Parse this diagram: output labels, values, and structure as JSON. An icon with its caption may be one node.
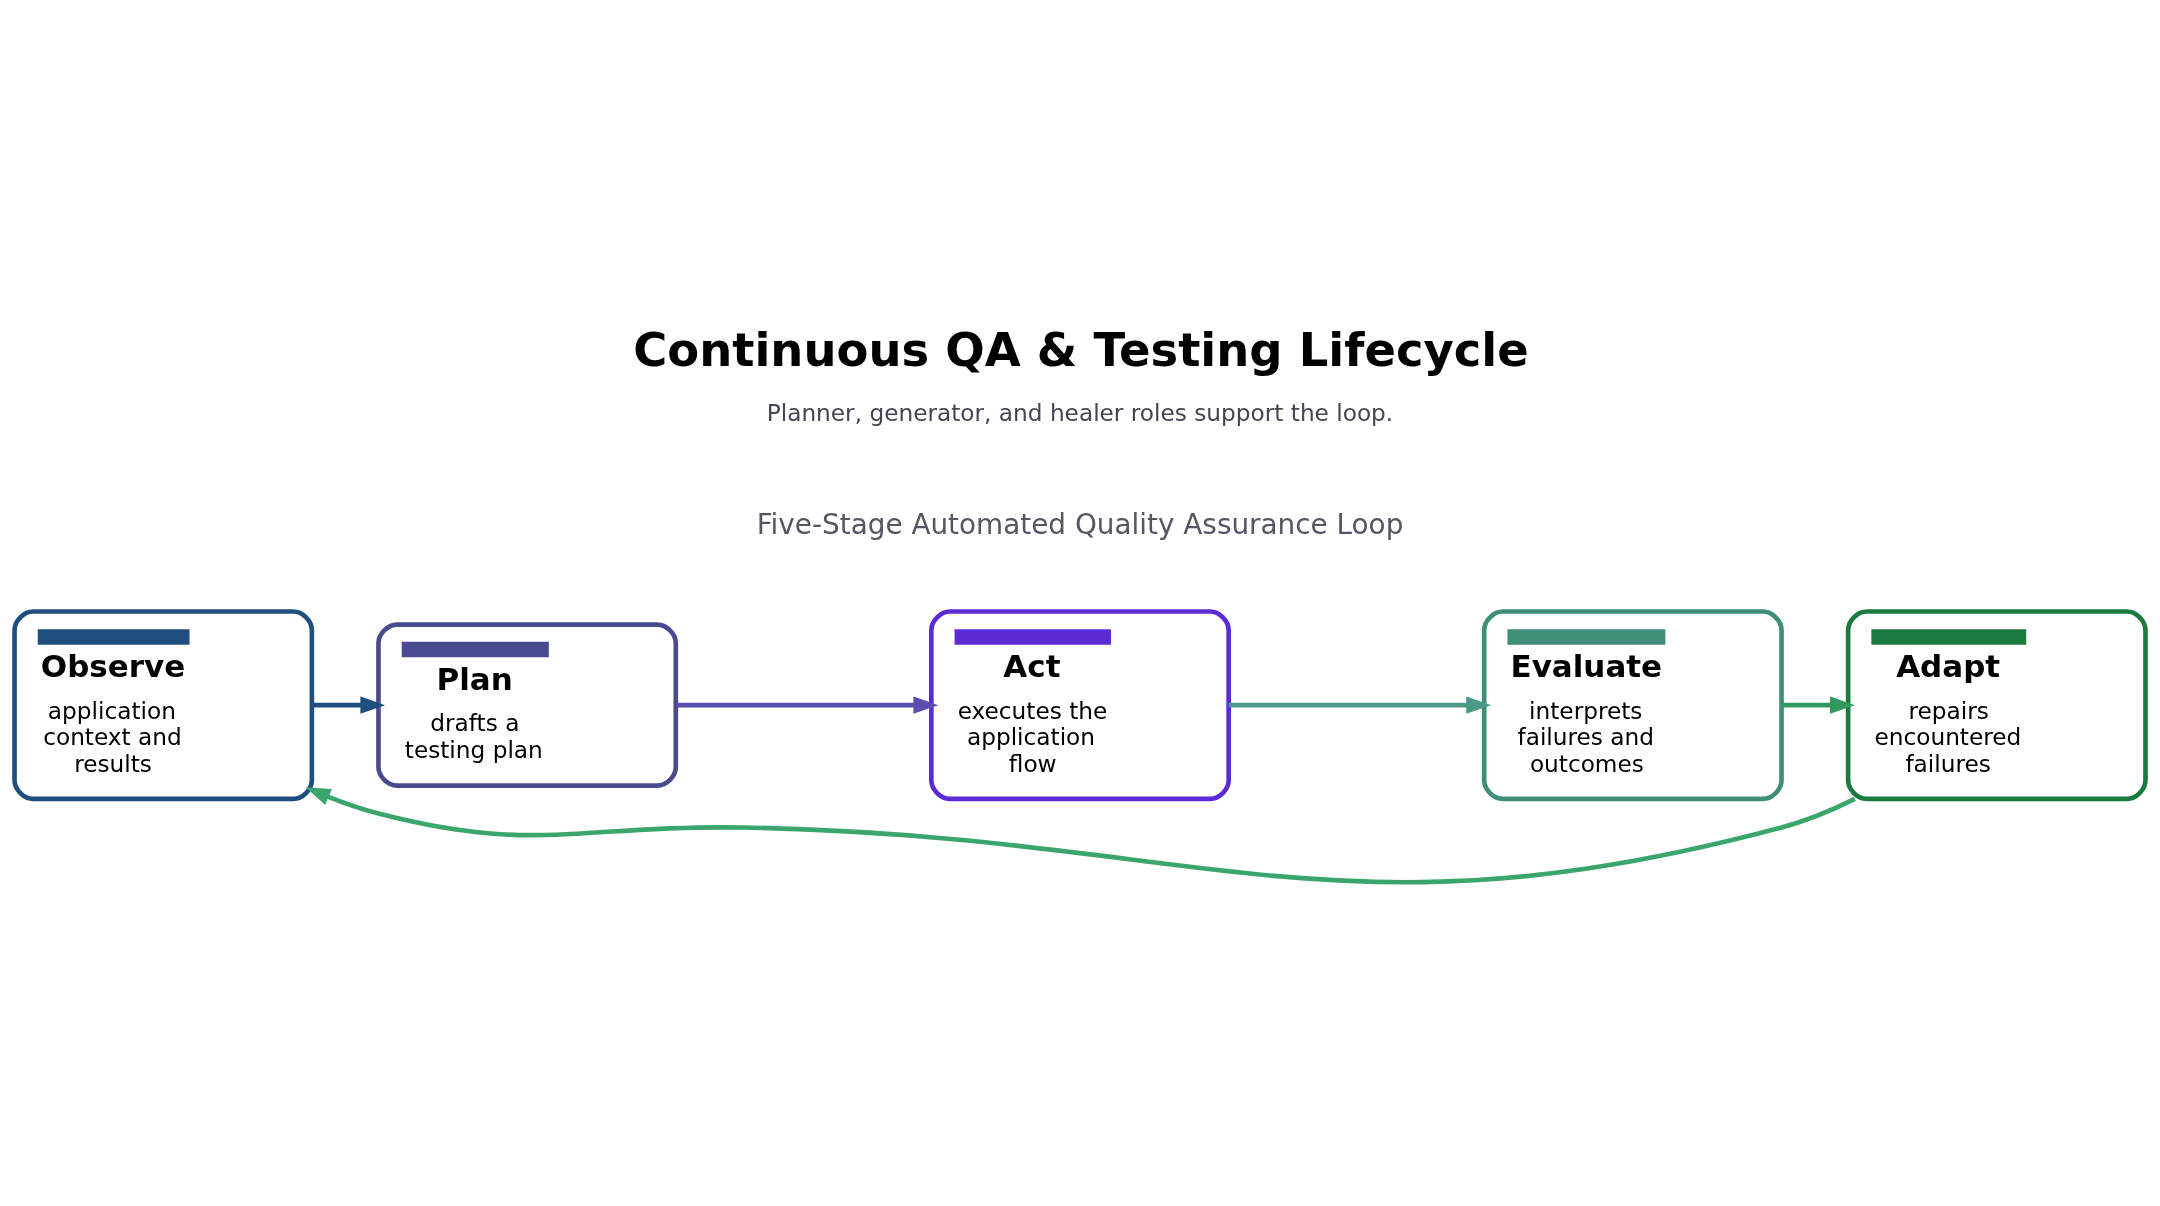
{
  "diagram": {
    "title": "Continuous QA & Testing Lifecycle",
    "nodes": [
      {
        "text": [
          "Observe",
          "application context and results"
        ]
      },
      {
        "text": [
          "Plan",
          "drafts a testing plan"
        ]
      },
      {
        "text": [
          "Act",
          "executes the application flow"
        ]
      },
      {
        "text": [
          "Evaluate",
          "interprets failures and outcomes"
        ]
      },
      {
        "text": [
          "Adapt",
          "repairs encountered failures"
        ]
      }
    ],
    "edges": [
      {
        "from": 0,
        "to": 1,
        "arrow": "to",
        "color": "#1f4f7f"
      },
      {
        "from": 1,
        "to": 2,
        "arrow": "to",
        "color": "#5a4fb0"
      },
      {
        "from": 2,
        "to": 3,
        "arrow": "to",
        "color": "#4a9a88"
      },
      {
        "from": 3,
        "to": 4,
        "arrow": "to",
        "color": "#2e9a5e"
      },
      {
        "from": 4,
        "to": 0,
        "arrow": "to",
        "color": "#3aa66b"
      }
    ],
    "labels": [
      "Five-Stage Automated Quality Assurance Loop",
      "Planner, generator, and healer roles support the loop."
    ]
  }
}
